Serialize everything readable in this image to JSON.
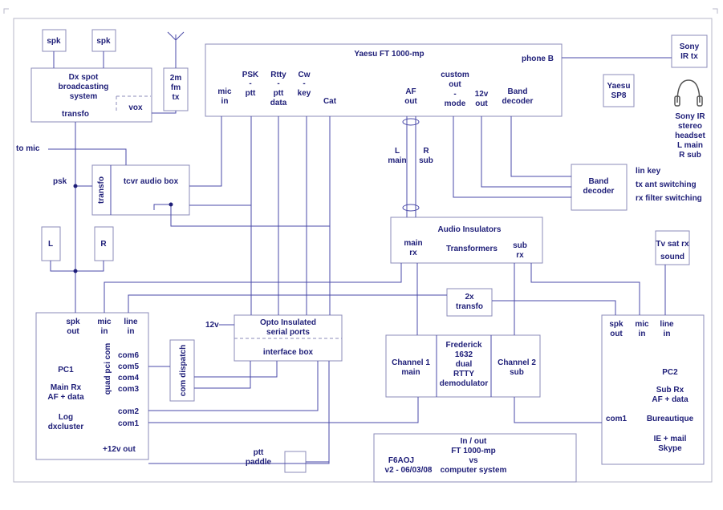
{
  "colors": {
    "line": "#4a4aa8",
    "text": "#1e1e78",
    "box": "#8b8bb8"
  },
  "boxes": {
    "spk1": "spk",
    "spk2": "spk",
    "dx": [
      "Dx spot",
      "broadcasting",
      "system",
      "transfo"
    ],
    "vox": "vox",
    "fm_tx": [
      "2m",
      "fm",
      "tx"
    ],
    "yaesu": {
      "title": "Yaesu FT 1000-mp",
      "phone_b": "phone B",
      "mic_in": [
        "mic",
        "in"
      ],
      "psk_ptt": [
        "PSK",
        "-",
        "ptt"
      ],
      "rtty_ptt": [
        "Rtty",
        "-",
        "ptt",
        "data"
      ],
      "cw_key": [
        "Cw",
        "-",
        "key"
      ],
      "cat": "Cat",
      "af_out": [
        "AF",
        "out"
      ],
      "custom": [
        "custom",
        "out",
        "-",
        "mode"
      ],
      "v12_out": [
        "12v",
        "out"
      ],
      "band_dec": [
        "Band",
        "decoder"
      ]
    },
    "sony_tx": [
      "Sony",
      "IR tx"
    ],
    "yaesu_sp8": [
      "Yaesu",
      "SP8"
    ],
    "sony_headset": [
      "Sony IR",
      "stereo",
      "headset",
      "L main",
      "R sub"
    ],
    "to_mic": "to mic",
    "psk": "psk",
    "tcvr_transfo": "transfo",
    "tcvr": "tcvr audio box",
    "l_main": [
      "L",
      "main"
    ],
    "r_sub": [
      "R",
      "sub"
    ],
    "band_decoder": [
      "Band",
      "decoder"
    ],
    "band_labels": [
      "lin key",
      "tx ant switching",
      "rx filter switching"
    ],
    "L": "L",
    "R": "R",
    "insulators": {
      "title": "Audio Insulators",
      "main": [
        "main",
        "rx"
      ],
      "transformers": "Transformers",
      "sub": [
        "sub",
        "rx"
      ]
    },
    "tv_sat": [
      "Tv sat  rx",
      "sound"
    ],
    "transfo2x": [
      "2x",
      "transfo"
    ],
    "v12": "12v",
    "opto": [
      "Opto Insulated",
      "serial ports"
    ],
    "interface": "interface box",
    "frederick": {
      "ch1": [
        "Channel 1",
        "main"
      ],
      "center": [
        "Frederick",
        "1632",
        "dual",
        "RTTY",
        "demodulator"
      ],
      "ch2": [
        "Channel 2",
        "sub"
      ]
    },
    "pc1": {
      "spk_out": [
        "spk",
        "out"
      ],
      "mic_in": [
        "mic",
        "in"
      ],
      "line_in": [
        "line",
        "in"
      ],
      "quad": "quad pci com",
      "name": "PC1",
      "main_rx": [
        "Main Rx",
        "AF + data"
      ],
      "log": [
        "Log",
        "dxcluster"
      ],
      "coms": [
        "com6",
        "com5",
        "com4",
        "com3"
      ],
      "com2": "com2",
      "com1": "com1",
      "plus12": "+12v out"
    },
    "com_dispatch": "com dispatch",
    "ptt_paddle": [
      "ptt",
      "paddle"
    ],
    "info": [
      "In / out",
      "FT 1000-mp",
      "vs",
      "computer system"
    ],
    "f6aoj": [
      "F6AOJ",
      "v2 -  06/03/08"
    ],
    "pc2": {
      "spk_out": [
        "spk",
        "out"
      ],
      "mic_in": [
        "mic",
        "in"
      ],
      "line_in": [
        "line",
        "in"
      ],
      "name": "PC2",
      "sub_rx": [
        "Sub Rx",
        "AF + data"
      ],
      "bureau": "Bureautique",
      "ie": [
        "IE + mail",
        "Skype"
      ],
      "com1": "com1"
    }
  }
}
